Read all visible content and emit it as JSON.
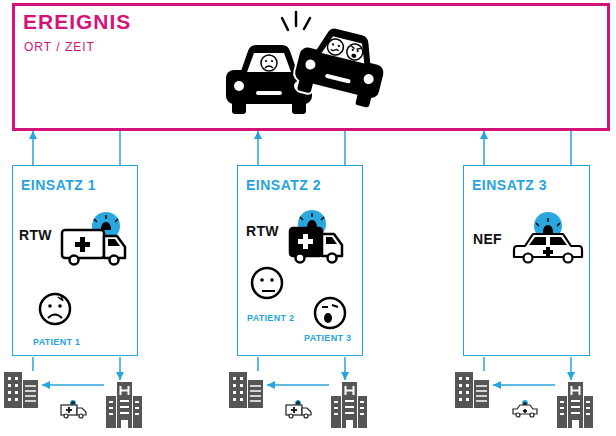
{
  "diagram": {
    "nodes": [
      {
        "text": [
          "EREIGNIS",
          "ORT / ZEIT"
        ]
      },
      {
        "text": [
          "EINSATZ 1",
          "RTW",
          "PATIENT 1"
        ]
      },
      {
        "text": [
          "EINSATZ 2",
          "RTW",
          "PATIENT 2",
          "PATIENT 3"
        ]
      },
      {
        "text": [
          "EINSATZ 3",
          "NEF"
        ]
      }
    ],
    "edges": [
      {
        "from": 1,
        "to": 0,
        "arrow": "to"
      },
      {
        "from": 0,
        "to": 1,
        "arrow": "none"
      },
      {
        "from": 2,
        "to": 0,
        "arrow": "to"
      },
      {
        "from": 0,
        "to": 2,
        "arrow": "none"
      },
      {
        "from": 3,
        "to": 0,
        "arrow": "to"
      },
      {
        "from": 0,
        "to": 3,
        "arrow": "none"
      }
    ]
  }
}
